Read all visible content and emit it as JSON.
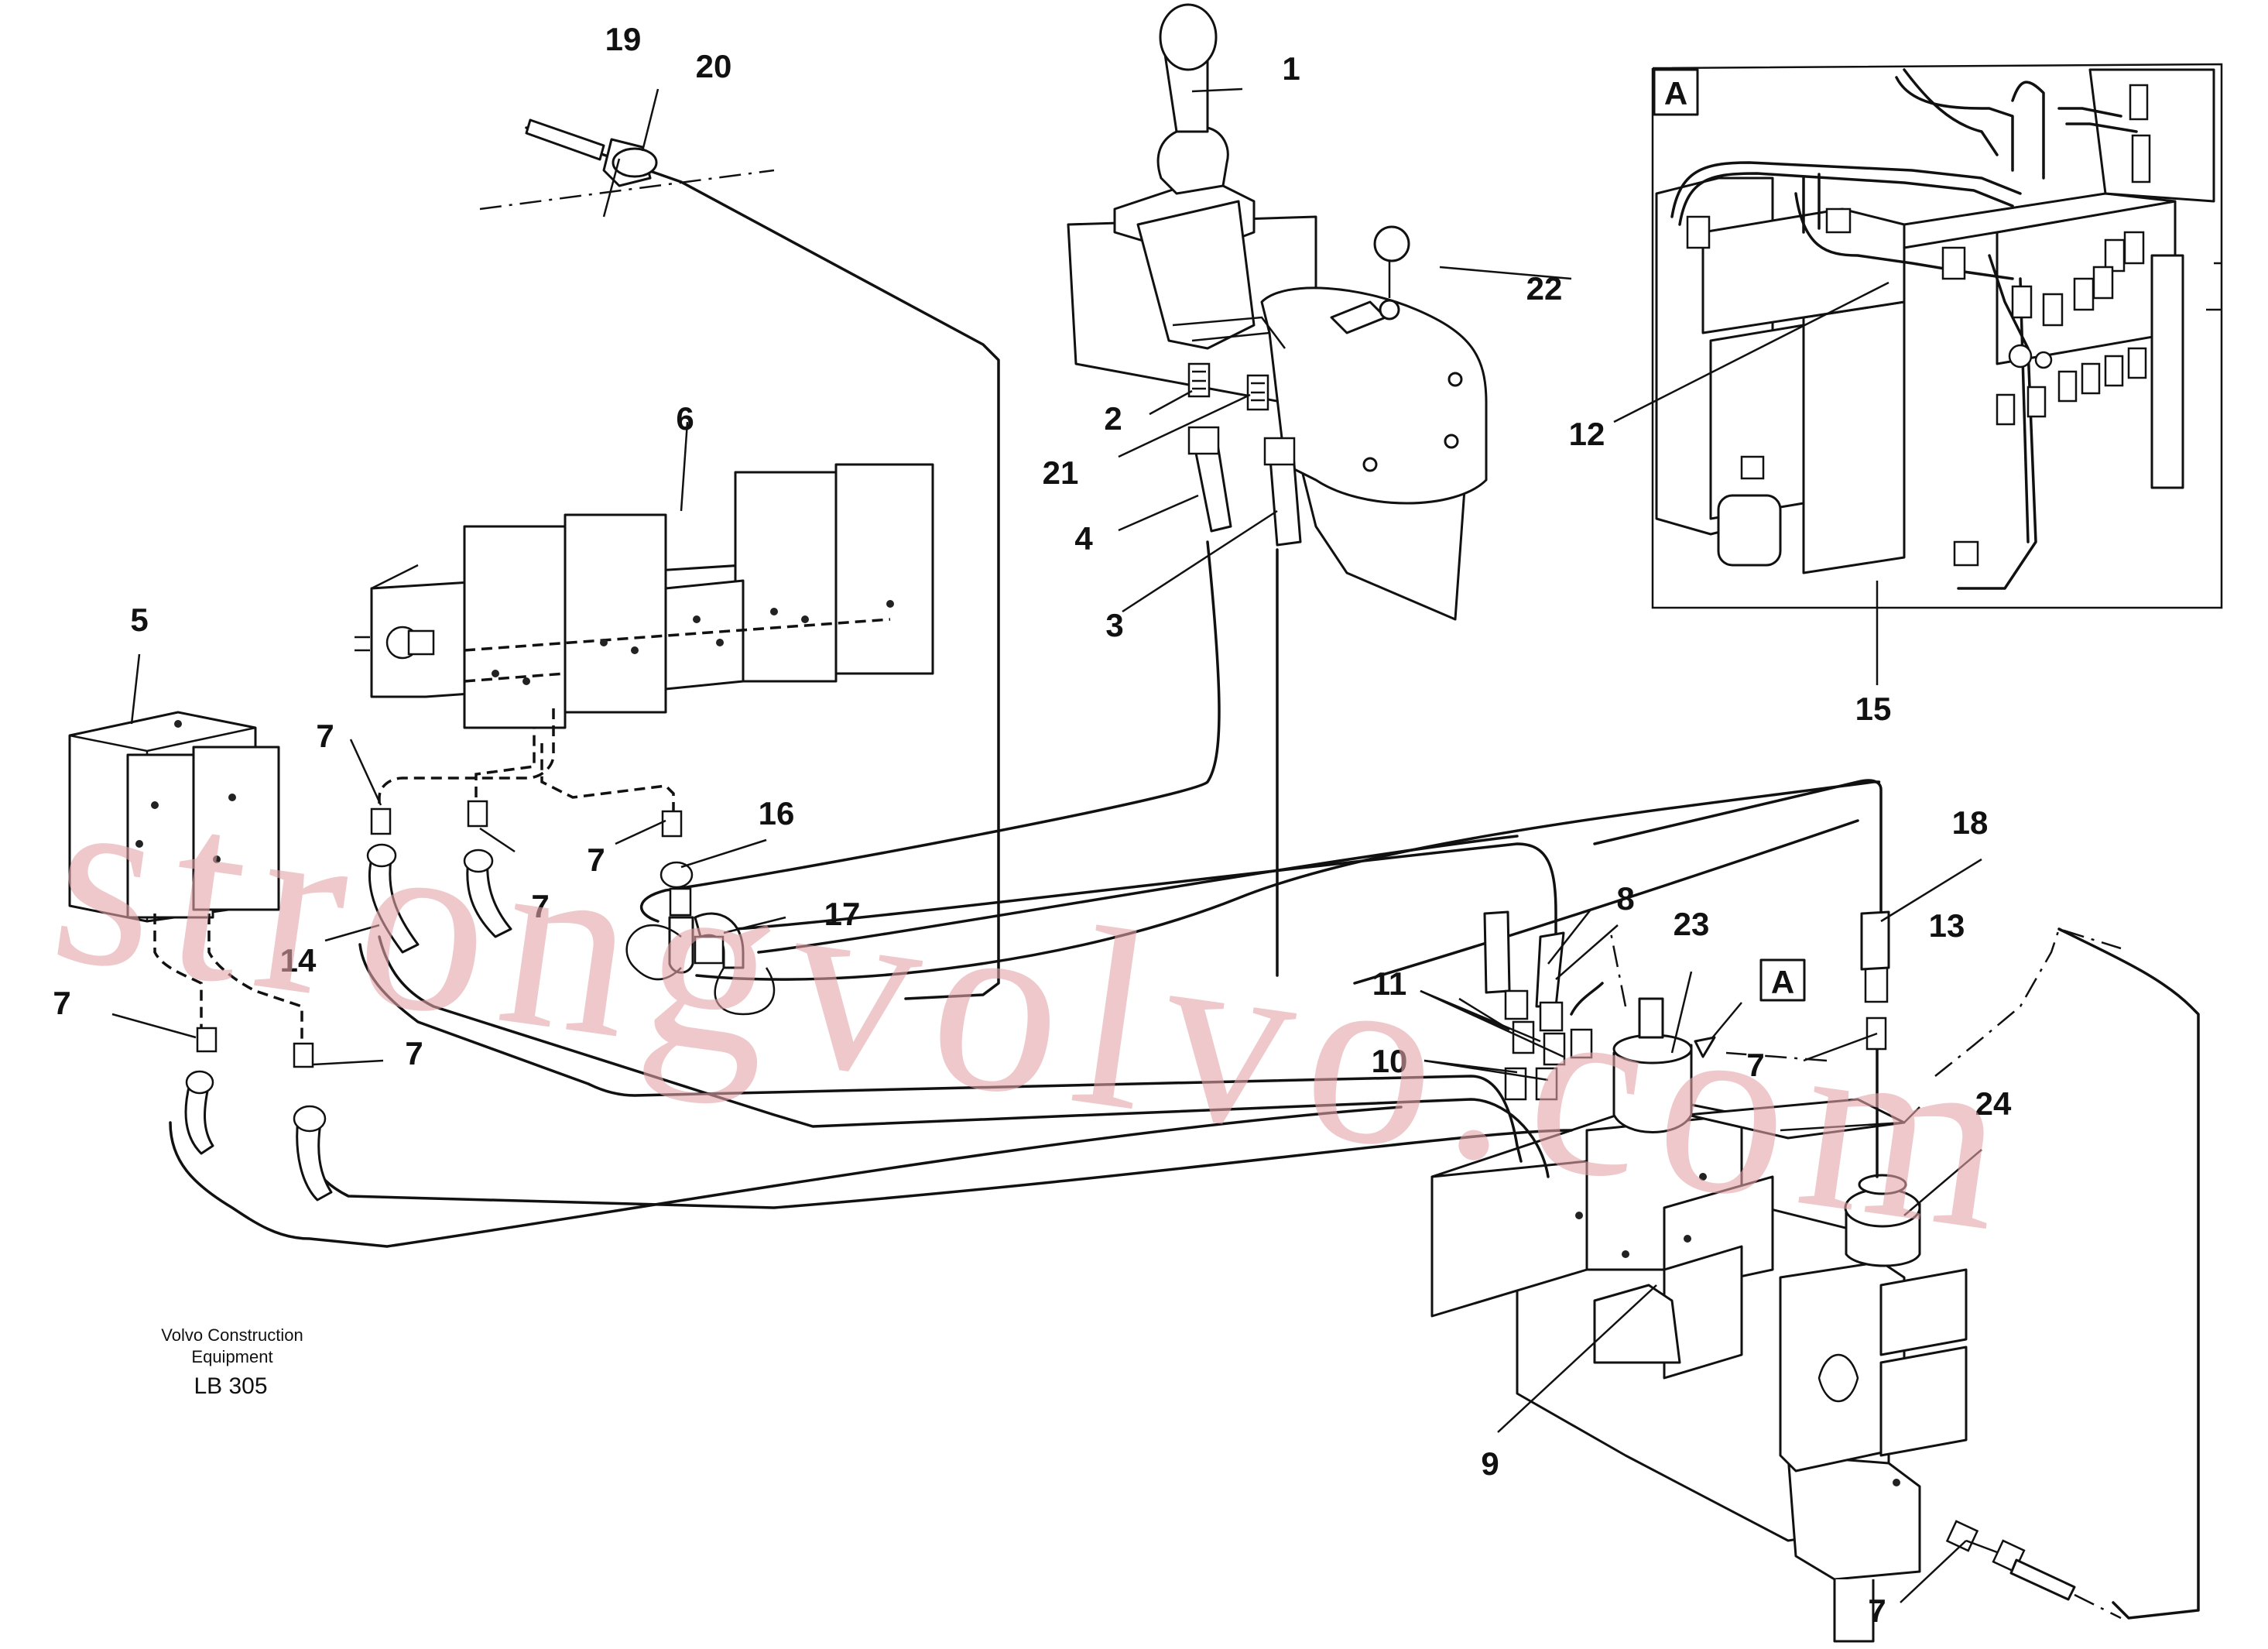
{
  "callouts": [
    "1",
    "2",
    "3",
    "4",
    "5",
    "6",
    "7",
    "8",
    "9",
    "10",
    "11",
    "12",
    "13",
    "14",
    "15",
    "16",
    "17",
    "18",
    "19",
    "20",
    "21",
    "22",
    "23",
    "24"
  ],
  "detail_view_label": "A",
  "footer": {
    "company_line1": "Volvo Construction",
    "company_line2": "Equipment",
    "drawing_code": "LB 305"
  },
  "watermark": "strongvolvo.com",
  "colors": {
    "line": "#111111",
    "watermark": "#e2a3a6",
    "background": "#ffffff"
  }
}
